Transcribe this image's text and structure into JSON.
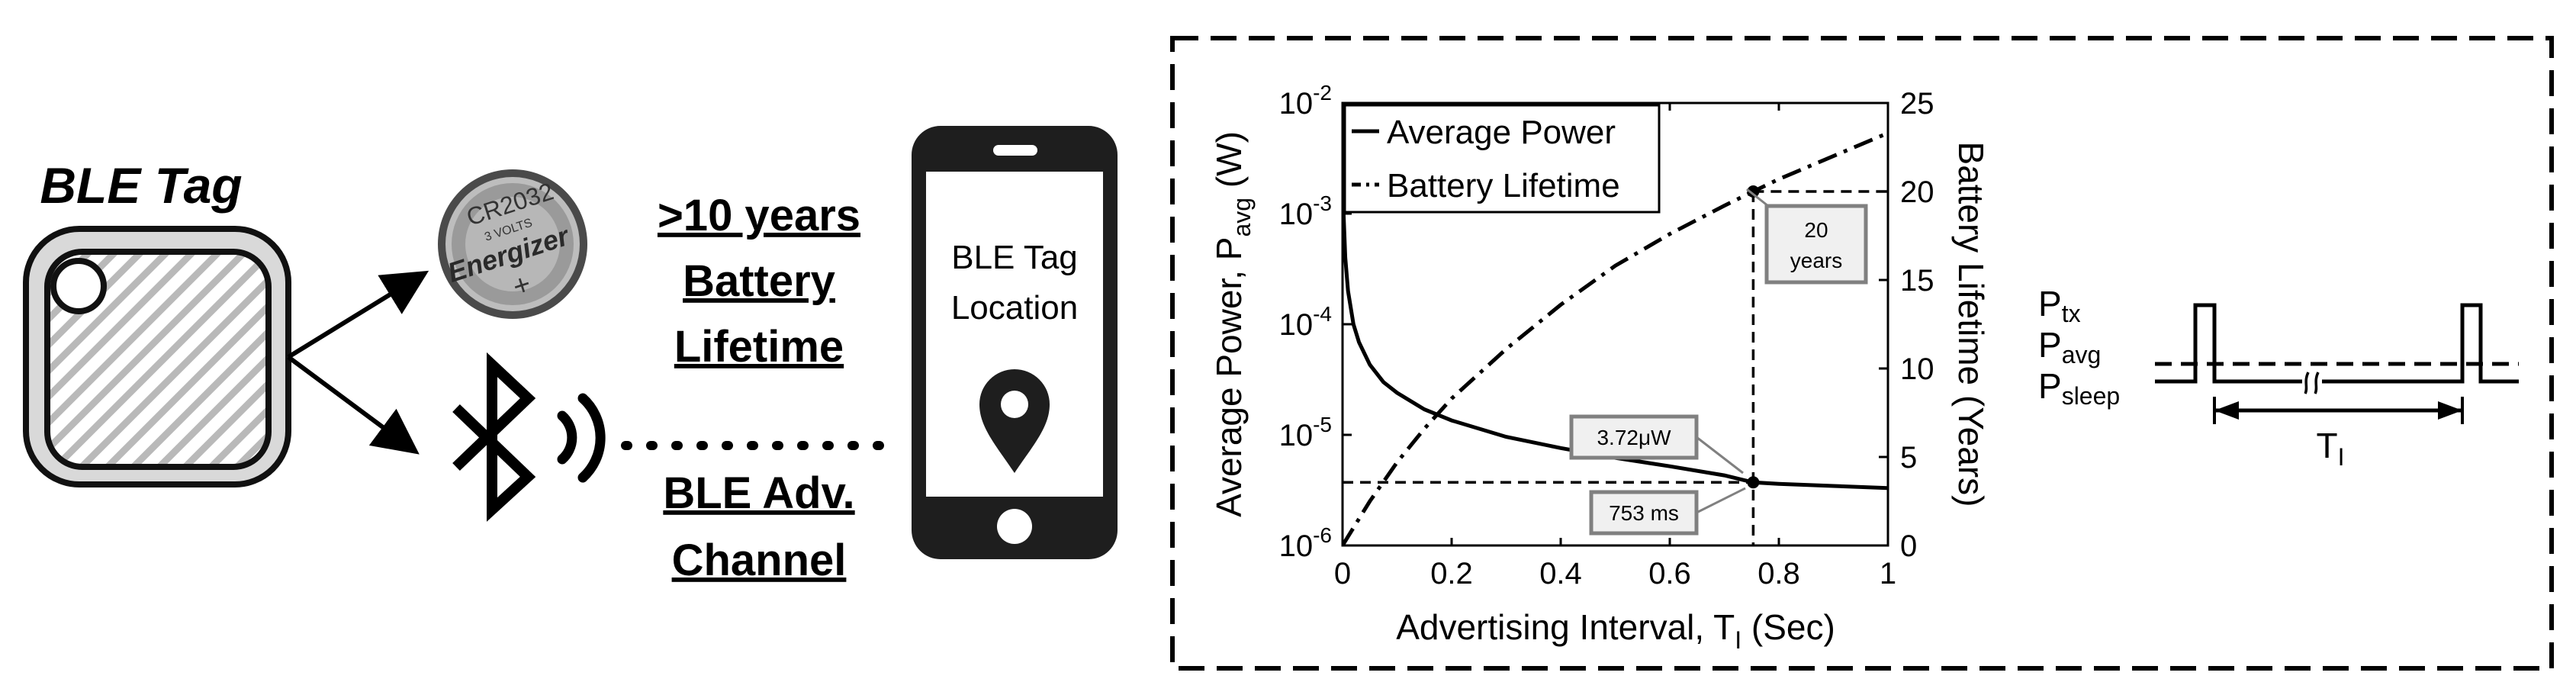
{
  "left_panel": {
    "tag_title": "BLE Tag",
    "battery_markings": {
      "model": "CR2032",
      "volts": "3 VOLTS",
      "brand": "Energizer",
      "sign": "+"
    },
    "battery_note": [
      ">10 years",
      "Battery",
      "Lifetime"
    ],
    "channel_note": [
      "BLE Adv.",
      "Channel"
    ],
    "phone_text": [
      "BLE Tag",
      "Location"
    ]
  },
  "chart_data": {
    "type": "line",
    "xlabel": "Advertising Interval, T",
    "xlabel_sub": "I",
    "xlabel_tail": " (Sec)",
    "ylabel_left": "Average Power, P",
    "ylabel_left_sub": "avg",
    "ylabel_left_tail": " (W)",
    "ylabel_right": "Battery Lifetime (Years)",
    "xlim": [
      0,
      1
    ],
    "ylim_left": [
      1e-06,
      0.01
    ],
    "yscale_left": "log",
    "ylim_right": [
      0,
      25
    ],
    "x_ticks": [
      "0",
      "0.2",
      "0.4",
      "0.6",
      "0.8",
      "1"
    ],
    "y_left_ticks": [
      {
        "base": "10",
        "exp": "-6",
        "value": 1e-06
      },
      {
        "base": "10",
        "exp": "-5",
        "value": 1e-05
      },
      {
        "base": "10",
        "exp": "-4",
        "value": 0.0001
      },
      {
        "base": "10",
        "exp": "-3",
        "value": 0.001
      },
      {
        "base": "10",
        "exp": "-2",
        "value": 0.01
      }
    ],
    "y_right_ticks": [
      "0",
      "5",
      "10",
      "15",
      "20",
      "25"
    ],
    "legend_position": "top-left",
    "series": [
      {
        "name": "Average Power",
        "axis": "left",
        "style": "solid",
        "x": [
          0.002,
          0.005,
          0.01,
          0.02,
          0.03,
          0.05,
          0.075,
          0.1,
          0.15,
          0.2,
          0.3,
          0.4,
          0.5,
          0.6,
          0.7,
          0.753,
          0.8,
          0.9,
          1.0
        ],
        "y": [
          0.00098,
          0.0004,
          0.0002,
          0.0001,
          6.9e-05,
          4.3e-05,
          3e-05,
          2.4e-05,
          1.7e-05,
          1.35e-05,
          9.6e-06,
          7.6e-06,
          6.2e-06,
          5.2e-06,
          4.3e-06,
          3.72e-06,
          3.6e-06,
          3.45e-06,
          3.3e-06
        ]
      },
      {
        "name": "Battery Lifetime",
        "axis": "right",
        "style": "dash-dot",
        "x": [
          0.0,
          0.05,
          0.1,
          0.15,
          0.2,
          0.3,
          0.4,
          0.5,
          0.6,
          0.7,
          0.753,
          0.8,
          0.9,
          1.0
        ],
        "y": [
          0.0,
          2.5,
          4.7,
          6.6,
          8.3,
          11.1,
          13.6,
          15.8,
          17.6,
          19.2,
          20.0,
          20.7,
          22.0,
          23.3
        ]
      }
    ],
    "annotations": {
      "lifetime_label": [
        "20",
        "years"
      ],
      "power_label": "3.72μW",
      "interval_label": "753 ms",
      "marker_x": 0.753,
      "marker_power": 3.72e-06,
      "marker_lifetime": 20
    }
  },
  "timing_diagram": {
    "levels": [
      {
        "base": "P",
        "sub": "tx"
      },
      {
        "base": "P",
        "sub": "avg"
      },
      {
        "base": "P",
        "sub": "sleep"
      }
    ],
    "interval": {
      "base": "T",
      "sub": "I"
    }
  }
}
